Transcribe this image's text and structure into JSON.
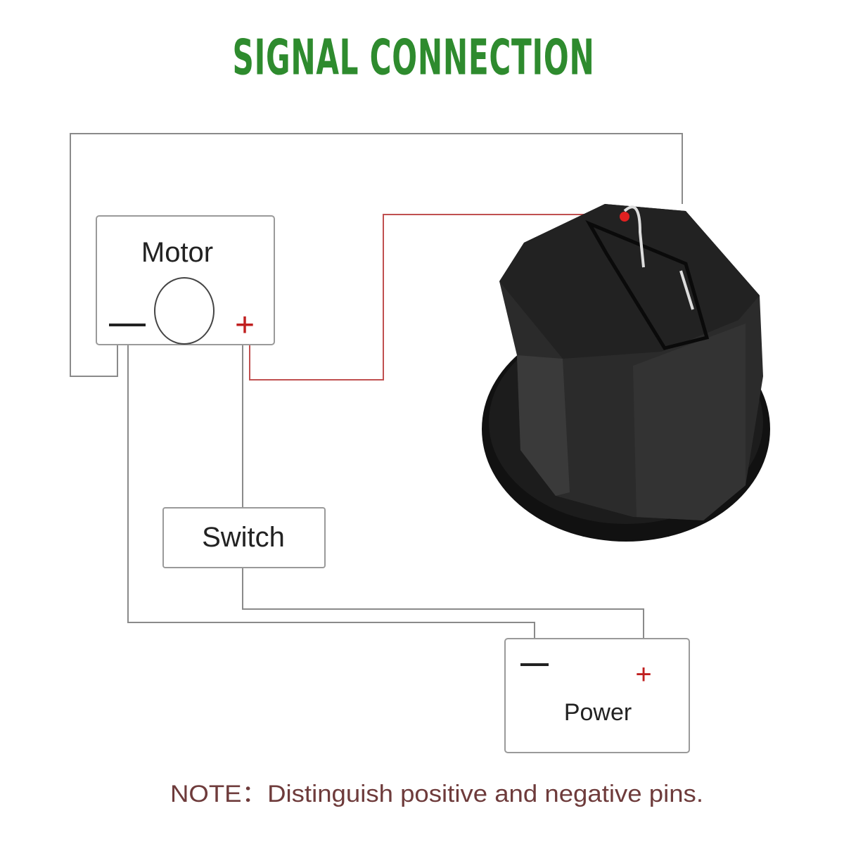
{
  "title": "SIGNAL CONNECTION",
  "motor": {
    "label": "Motor",
    "minus": "—",
    "plus": "+"
  },
  "switch": {
    "label": "Switch"
  },
  "power": {
    "label": "Power",
    "minus": "—",
    "plus": "+"
  },
  "note": "NOTE：Distinguish positive and negative pins.",
  "colors": {
    "title": "#2e8b2e",
    "wire": "#8a8a8a",
    "signal_wire": "#c05050",
    "plus": "#c02020",
    "note": "#6e3b3b"
  }
}
